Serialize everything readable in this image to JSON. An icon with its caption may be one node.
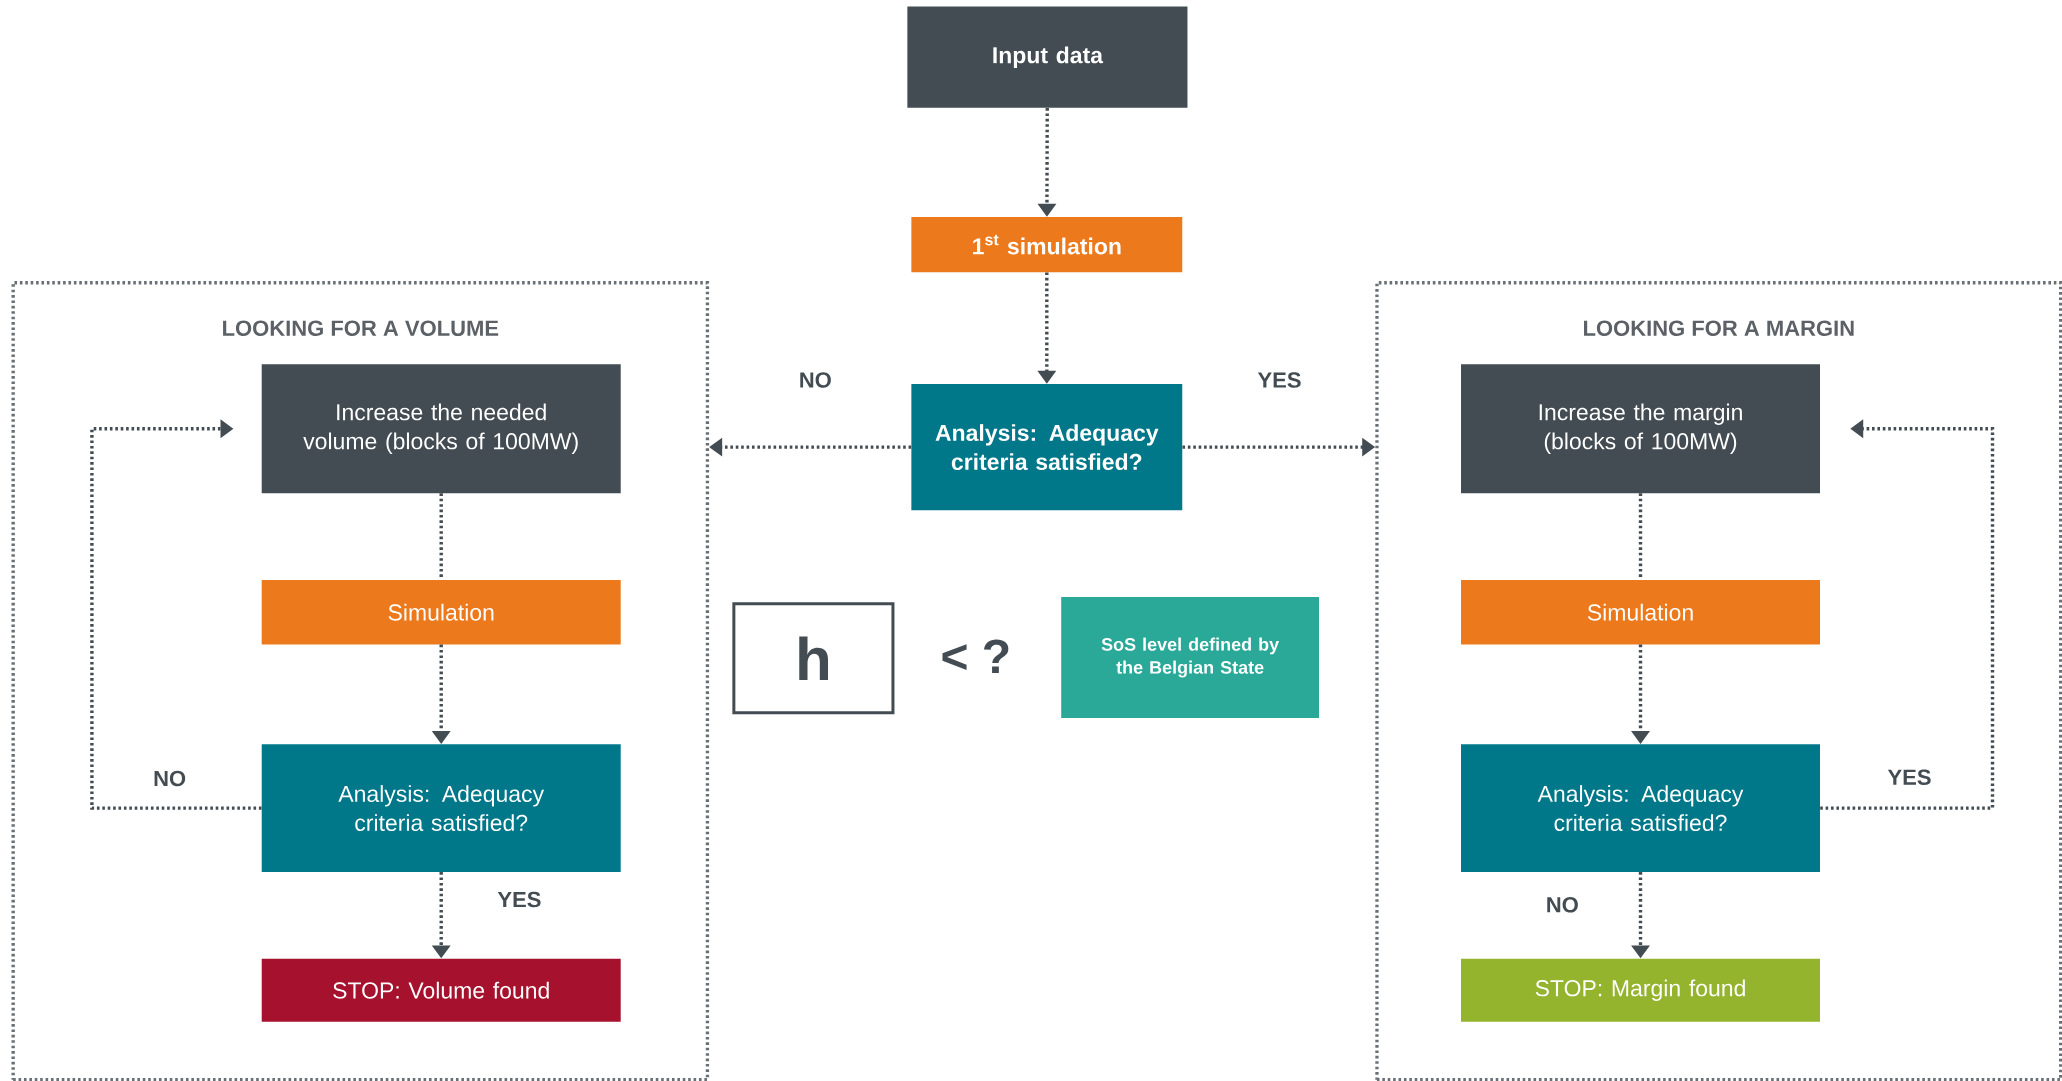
{
  "diagram": {
    "nodes": [
      {
        "text": [
          "Input data"
        ]
      },
      {
        "text": [
          "1$^{st}$ simulation"
        ]
      },
      {
        "text": [
          "Analysis: Adequacy criteria satisfied?"
        ]
      },
      {
        "text": [
          "LOOKING FOR A VOLUME"
        ]
      },
      {
        "text": [
          "Increase the needed volume (blocks of 100MW)"
        ],
        "in": 3
      },
      {
        "text": [
          "Simulation"
        ],
        "in": 3
      },
      {
        "text": [
          "Analysis: Adequacy criteria satisfied?"
        ],
        "in": 3
      },
      {
        "text": [
          "STOP: Volume found"
        ],
        "in": 3
      },
      {
        "text": [
          "LOOKING FOR A MARGIN"
        ]
      },
      {
        "text": [
          "Increase the margin (blocks of 100MW)"
        ],
        "in": 8
      },
      {
        "text": [
          "Simulation"
        ],
        "in": 8
      },
      {
        "text": [
          "Analysis: Adequacy criteria satisfied?"
        ],
        "in": 8
      },
      {
        "text": [
          "STOP: Margin found"
        ],
        "in": 8
      },
      {
        "text": [
          "h"
        ]
      },
      {
        "text": [
          "SoS level defined by the Belgian State"
        ]
      }
    ],
    "edges": [
      {
        "from": 0,
        "to": 1,
        "arrow": "to"
      },
      {
        "from": 1,
        "to": 2,
        "arrow": "to"
      },
      {
        "from": 2,
        "to": 3,
        "arrow": "to",
        "label": "NO"
      },
      {
        "from": 2,
        "to": 8,
        "arrow": "to",
        "label": "YES"
      },
      {
        "from": 4,
        "to": 5,
        "arrow": "none"
      },
      {
        "from": 5,
        "to": 6,
        "arrow": "to"
      },
      {
        "from": 6,
        "to": 7,
        "arrow": "to",
        "label": "YES"
      },
      {
        "from": 6,
        "to": 4,
        "arrow": "to",
        "label": "NO"
      },
      {
        "from": 9,
        "to": 10,
        "arrow": "none"
      },
      {
        "from": 10,
        "to": 11,
        "arrow": "to"
      },
      {
        "from": 11,
        "to": 12,
        "arrow": "to",
        "label": "NO"
      },
      {
        "from": 11,
        "to": 9,
        "arrow": "to",
        "label": "YES"
      }
    ],
    "labels": [
      "< ?"
    ]
  }
}
